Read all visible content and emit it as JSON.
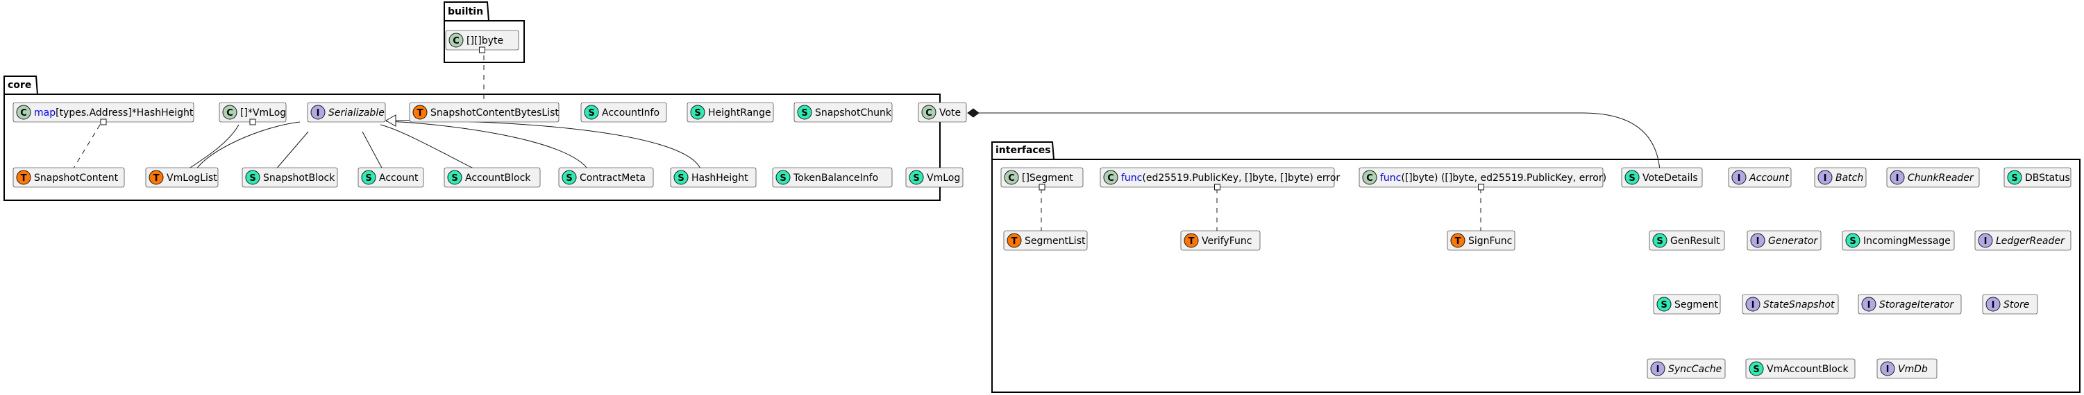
{
  "colors": {
    "class": "#ADD1B2",
    "struct": "#2DEBB4",
    "interface": "#B4A7E5",
    "type": "#FF7700"
  },
  "packages": {
    "builtin": {
      "name": "builtin"
    },
    "core": {
      "name": "core"
    },
    "interfaces": {
      "name": "interfaces"
    }
  },
  "nodes": {
    "byte_2d": {
      "badge": "C",
      "text": "[][]byte"
    },
    "map_hashheight": {
      "badge": "C",
      "keyword": "map",
      "text": "[types.Address]*HashHeight"
    },
    "vmlog_slice": {
      "badge": "C",
      "text": "[]*VmLog"
    },
    "serializable": {
      "badge": "I",
      "text": "Serializable"
    },
    "snapshot_cbl": {
      "badge": "T",
      "text": "SnapshotContentBytesList"
    },
    "accountinfo": {
      "badge": "S",
      "text": "AccountInfo"
    },
    "heightrange": {
      "badge": "S",
      "text": "HeightRange"
    },
    "snapshotchunk": {
      "badge": "S",
      "text": "SnapshotChunk"
    },
    "vote": {
      "badge": "C",
      "text": "Vote"
    },
    "snapshotcontent": {
      "badge": "T",
      "text": "SnapshotContent"
    },
    "vmloglist": {
      "badge": "T",
      "text": "VmLogList"
    },
    "snapshotblock": {
      "badge": "S",
      "text": "SnapshotBlock"
    },
    "account_core": {
      "badge": "S",
      "text": "Account"
    },
    "accountblock": {
      "badge": "S",
      "text": "AccountBlock"
    },
    "contractmeta": {
      "badge": "S",
      "text": "ContractMeta"
    },
    "hashheight": {
      "badge": "S",
      "text": "HashHeight"
    },
    "tokenbalanceinfo": {
      "badge": "S",
      "text": "TokenBalanceInfo"
    },
    "vmlog": {
      "badge": "S",
      "text": "VmLog"
    },
    "segment_slice": {
      "badge": "C",
      "text": "[]Segment"
    },
    "verify_func_type": {
      "badge": "C",
      "keyword": "func",
      "text": "(ed25519.PublicKey, []byte, []byte) error"
    },
    "sign_func_type": {
      "badge": "C",
      "keyword": "func",
      "text": "([]byte) ([]byte, ed25519.PublicKey, error)"
    },
    "votedetails": {
      "badge": "S",
      "text": "VoteDetails"
    },
    "account_if": {
      "badge": "I",
      "text": "Account"
    },
    "batch": {
      "badge": "I",
      "text": "Batch"
    },
    "chunkreader": {
      "badge": "I",
      "text": "ChunkReader"
    },
    "dbstatus": {
      "badge": "S",
      "text": "DBStatus"
    },
    "segmentlist": {
      "badge": "T",
      "text": "SegmentList"
    },
    "verifyfunc": {
      "badge": "T",
      "text": "VerifyFunc"
    },
    "signfunc": {
      "badge": "T",
      "text": "SignFunc"
    },
    "genresult": {
      "badge": "S",
      "text": "GenResult"
    },
    "generator": {
      "badge": "I",
      "text": "Generator"
    },
    "incomingmessage": {
      "badge": "S",
      "text": "IncomingMessage"
    },
    "ledgerreader": {
      "badge": "I",
      "text": "LedgerReader"
    },
    "segment": {
      "badge": "S",
      "text": "Segment"
    },
    "statesnapshot": {
      "badge": "I",
      "text": "StateSnapshot"
    },
    "storageiterator": {
      "badge": "I",
      "text": "StorageIterator"
    },
    "store": {
      "badge": "I",
      "text": "Store"
    },
    "synccache": {
      "badge": "I",
      "text": "SyncCache"
    },
    "vmaccountblock": {
      "badge": "S",
      "text": "VmAccountBlock"
    },
    "vmdb": {
      "badge": "I",
      "text": "VmDb"
    }
  }
}
